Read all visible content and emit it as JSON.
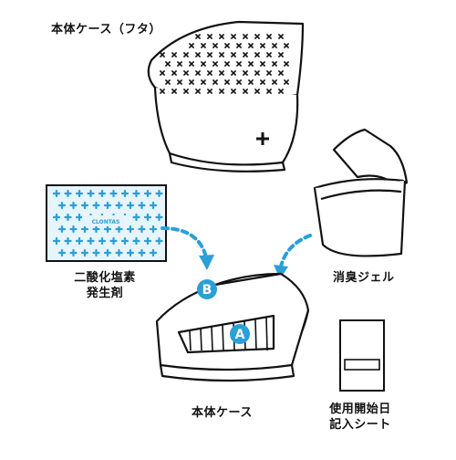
{
  "labels": {
    "lid": "本体ケース（フタ）",
    "sheet_line1": "二酸化塩素",
    "sheet_line2": "発生剤",
    "gel": "消臭ジェル",
    "case": "本体ケース",
    "record_line1": "使用開始日",
    "record_line2": "記入シート"
  },
  "markers": {
    "a": "A",
    "b": "B"
  },
  "sheet_brand": "CLONTAS",
  "colors": {
    "ink": "#111111",
    "accent": "#2a9fd8",
    "gel": "#3aa6e0",
    "sheet_bg": "#e6f4fb"
  }
}
